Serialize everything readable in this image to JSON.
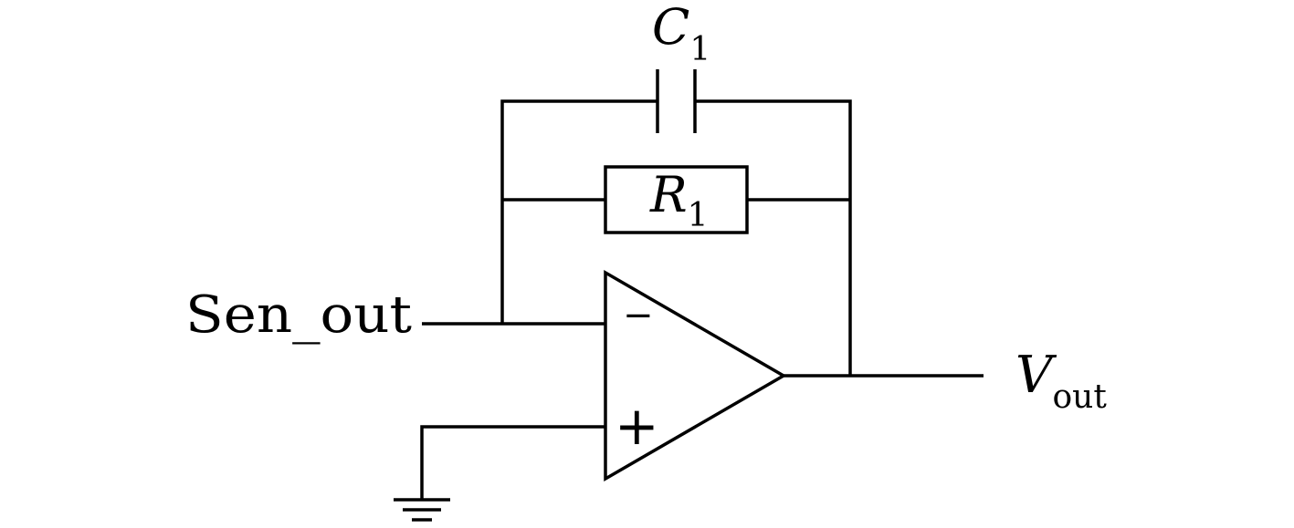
{
  "diagram": {
    "input_label": "Sen_out",
    "output_label": {
      "main": "V",
      "sub": "out"
    },
    "capacitor_label": {
      "main": "C",
      "sub": "1"
    },
    "resistor_label": {
      "main": "R",
      "sub": "1"
    },
    "opamp": {
      "inverting_sign": "−",
      "noninverting_sign": "+"
    },
    "line_color": "#000000",
    "background_color": "#ffffff"
  }
}
